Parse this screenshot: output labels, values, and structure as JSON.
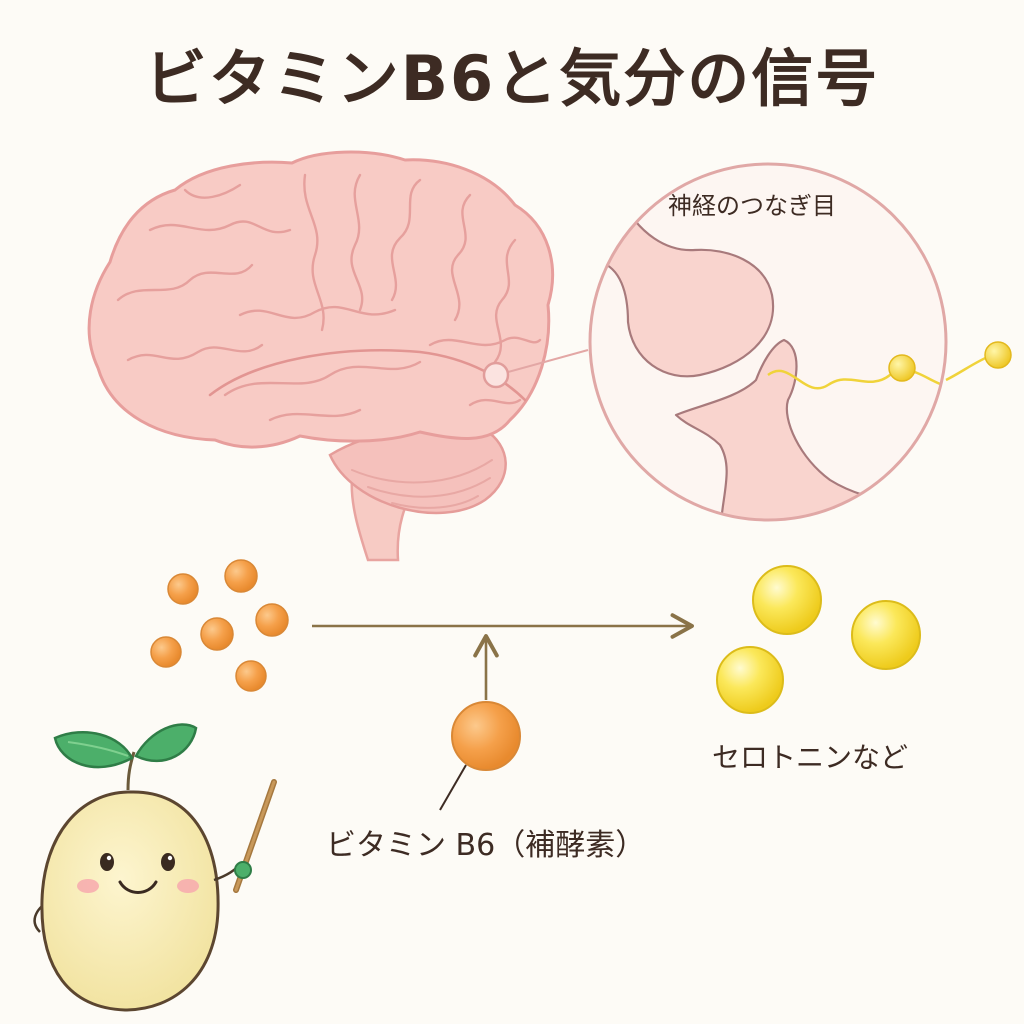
{
  "title": "ビタミンB6と気分の信号",
  "labels": {
    "synapse": "神経のつなぎ目",
    "product": "セロトニンなど",
    "cofactor": "ビタミン B6（補酵素）"
  },
  "icons": {
    "brain": "brain-icon",
    "synapse": "synapse-magnifier-icon",
    "precursor": "precursor-molecule-icon",
    "product": "serotonin-molecule-icon",
    "mascot": "soybean-sprout-mascot-icon"
  },
  "colors": {
    "text": "#3d2b23",
    "brain_fill": "#f7c9c4",
    "brain_stroke": "#e79e9c",
    "precursor": "#f5a04a",
    "product": "#f7dd3c",
    "arrow": "#8a7348",
    "leaf": "#4caf6a"
  }
}
